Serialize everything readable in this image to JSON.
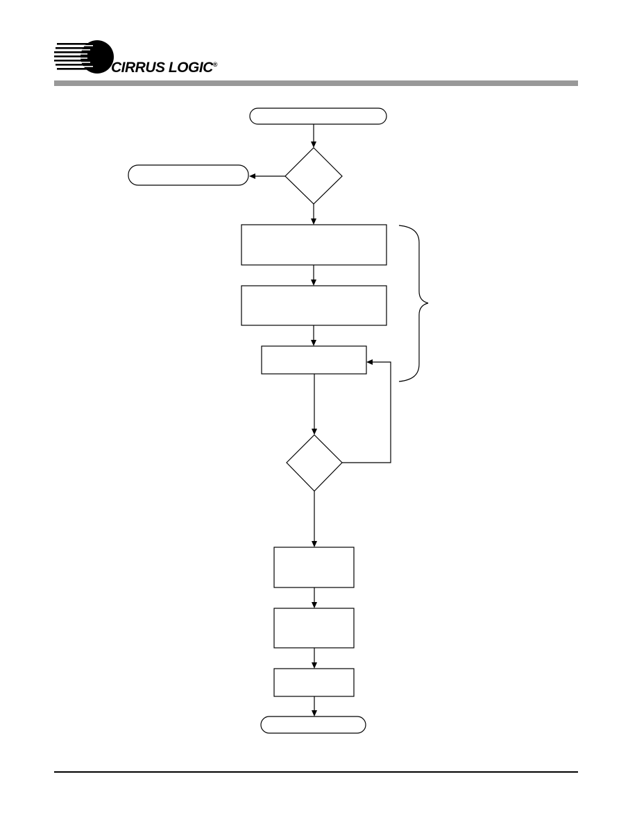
{
  "header": {
    "brand": "CIRRUS LOGIC",
    "registered_mark": "®",
    "logo_icon": "cirrus-logic-striped-disc-icon",
    "rule_color": "#999999"
  },
  "flowchart": {
    "nodes": [
      {
        "id": "start-terminal",
        "kind": "terminal",
        "text": ""
      },
      {
        "id": "decision-1",
        "kind": "decision",
        "text": ""
      },
      {
        "id": "side-terminal",
        "kind": "terminal",
        "text": ""
      },
      {
        "id": "process-1",
        "kind": "process",
        "text": ""
      },
      {
        "id": "process-2",
        "kind": "process",
        "text": ""
      },
      {
        "id": "process-3",
        "kind": "process",
        "text": ""
      },
      {
        "id": "decision-2",
        "kind": "decision",
        "text": ""
      },
      {
        "id": "process-4",
        "kind": "process",
        "text": ""
      },
      {
        "id": "process-5",
        "kind": "process",
        "text": ""
      },
      {
        "id": "process-6",
        "kind": "process",
        "text": ""
      },
      {
        "id": "end-terminal",
        "kind": "terminal",
        "text": ""
      }
    ],
    "annotation": {
      "kind": "brace",
      "text": ""
    }
  }
}
